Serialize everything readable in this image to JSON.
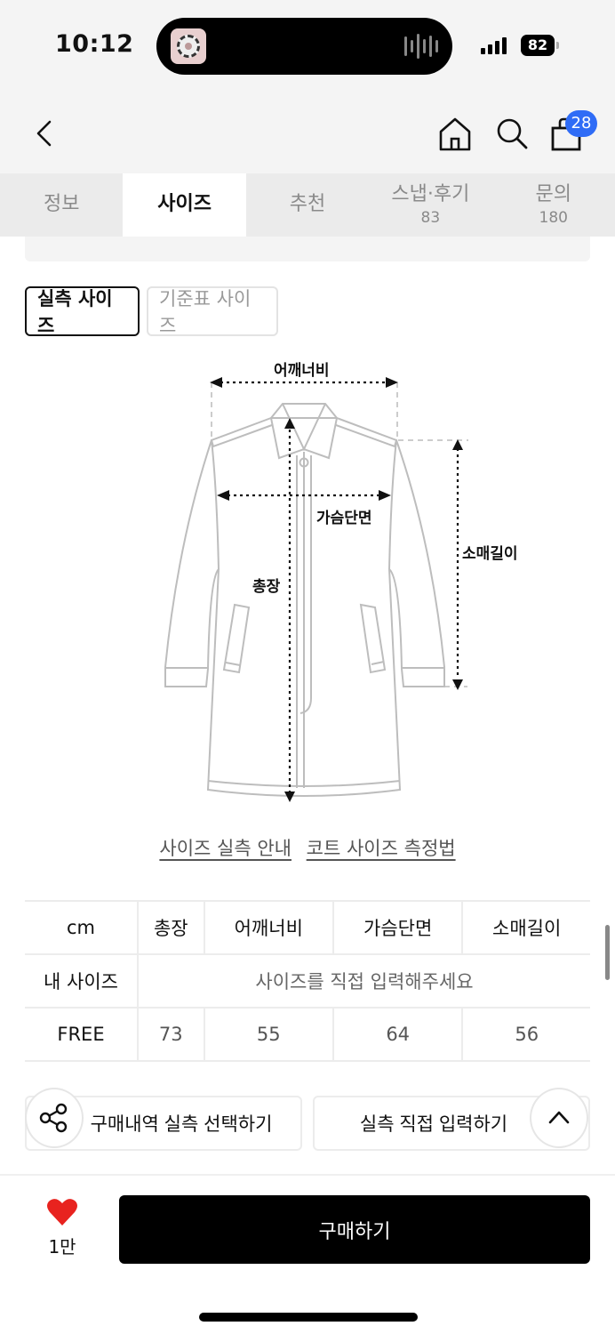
{
  "status_bar": {
    "time": "10:12",
    "battery": "82"
  },
  "header": {
    "cart_count": "28",
    "icons": [
      "back-arrow-icon",
      "home-icon",
      "search-icon",
      "shopping-bag-icon"
    ]
  },
  "tabs": [
    {
      "label": "정보",
      "count": null,
      "active": false
    },
    {
      "label": "사이즈",
      "count": null,
      "active": true
    },
    {
      "label": "추천",
      "count": null,
      "active": false
    },
    {
      "label": "스냅·후기",
      "count": "83",
      "active": false
    },
    {
      "label": "문의",
      "count": "180",
      "active": false
    }
  ],
  "size_toggle": {
    "measured": "실측 사이즈",
    "standard": "기준표 사이즈"
  },
  "diagram": {
    "labels": {
      "shoulder": "어깨너비",
      "chest": "가슴단면",
      "sleeve": "소매길이",
      "length": "총장"
    }
  },
  "guide_links": {
    "size_guide": "사이즈 실측 안내",
    "coat_measure": "코트 사이즈 측정법"
  },
  "size_table": {
    "unit": "cm",
    "columns": [
      "총장",
      "어깨너비",
      "가슴단면",
      "소매길이"
    ],
    "my_size_label": "내 사이즈",
    "my_size_hint": "사이즈를 직접 입력해주세요",
    "rows": [
      {
        "size": "FREE",
        "values": [
          "73",
          "55",
          "64",
          "56"
        ]
      }
    ]
  },
  "actions": {
    "select_from_purchases": "구매내역 실측 선택하기",
    "enter_manually": "실측 직접 입력하기"
  },
  "bottom_bar": {
    "like_count": "1만",
    "buy_label": "구매하기",
    "accent_color": "#e8231f"
  }
}
